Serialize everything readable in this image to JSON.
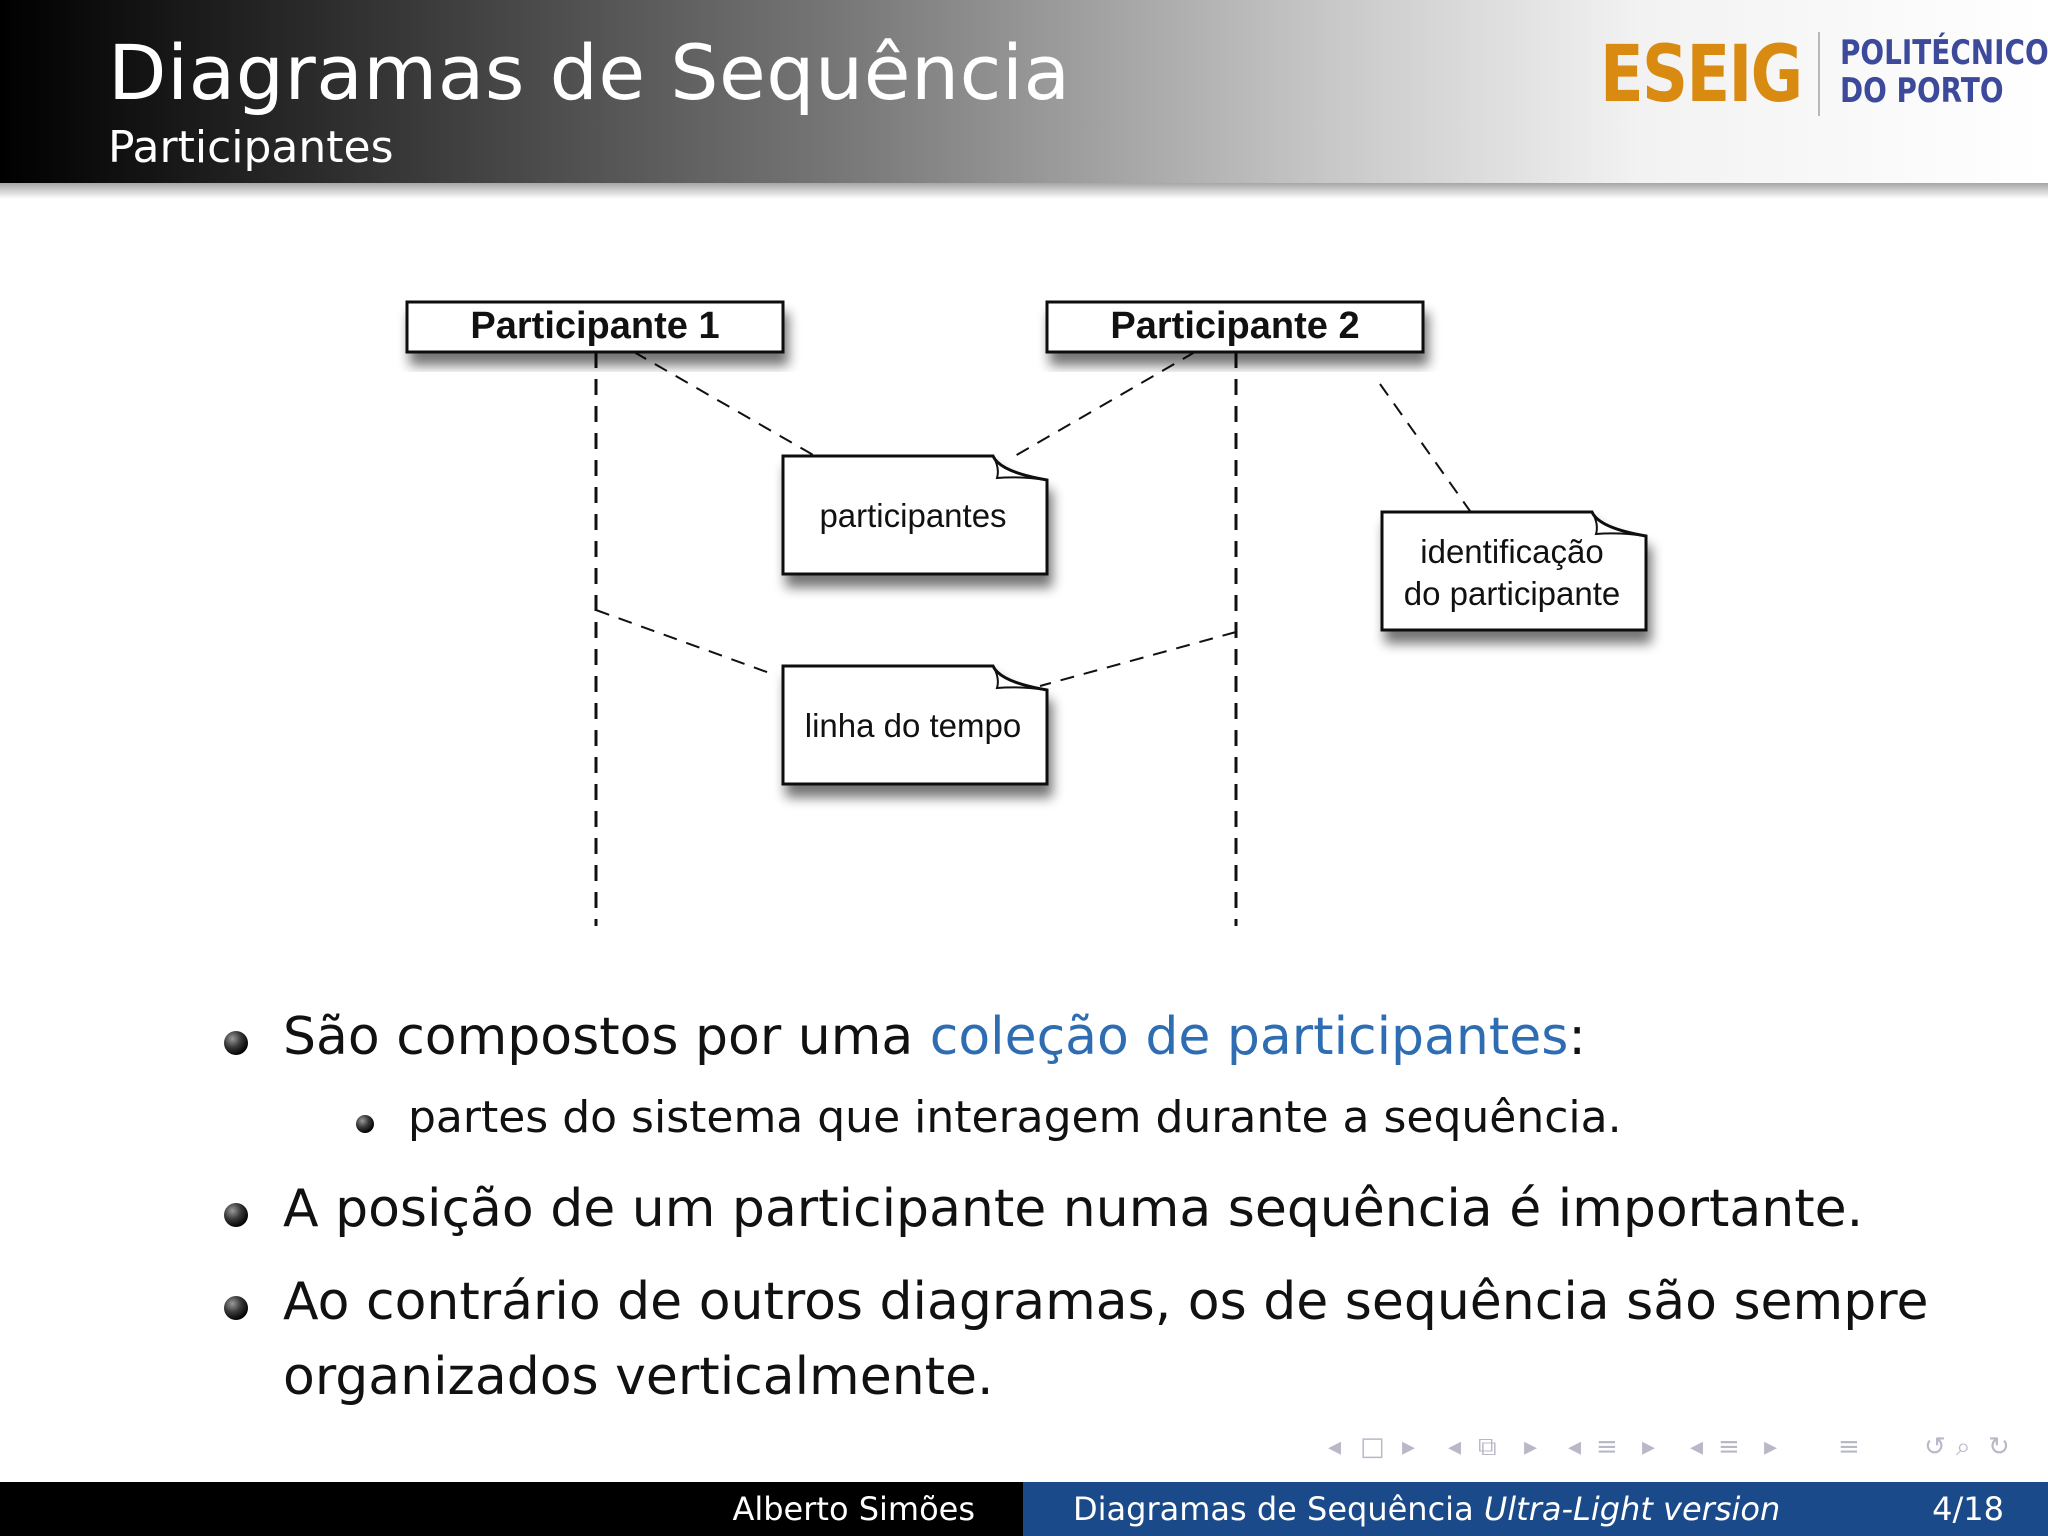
{
  "header": {
    "title": "Diagramas de Sequência",
    "subtitle": "Participantes",
    "logo": {
      "mark": "ESEIG",
      "line1": "POLITÉCNICO",
      "line2": "DO PORTO",
      "mark_color": "#d98a10",
      "text_color": "#3d4a9c"
    }
  },
  "diagram": {
    "participant_1": "Participante 1",
    "participant_2": "Participante 2",
    "note_participants": "participantes",
    "note_timeline": "linha do tempo",
    "note_identification_line1": "identificação",
    "note_identification_line2": "do participante"
  },
  "bullets": {
    "b1_prefix": "São compostos por uma ",
    "b1_link": "coleção de participantes",
    "b1_suffix": ":",
    "b1_sub": "partes do sistema que interagem durante a sequência.",
    "b2": "A posição de um participante numa sequência é importante.",
    "b3_line1": "Ao contrário de outros diagramas, os de sequência são sempre",
    "b3_line2": "organizados verticalmente.",
    "accent_color": "#2f6db3"
  },
  "navigation": {
    "icons": [
      "prev-frame-icon",
      "frame-icon",
      "next-frame-icon",
      "prev-slide-icon",
      "slide-icon",
      "next-slide-icon",
      "prev-subsection-icon",
      "subsection-icon",
      "next-subsection-icon",
      "prev-section-icon",
      "section-icon",
      "next-section-icon",
      "toc-icon",
      "undo-icon",
      "search-icon",
      "redo-icon"
    ]
  },
  "footer": {
    "author": "Alberto Simões",
    "title": "Diagramas de Sequência",
    "title_italic": "Ultra-Light version",
    "page": "4/18"
  }
}
